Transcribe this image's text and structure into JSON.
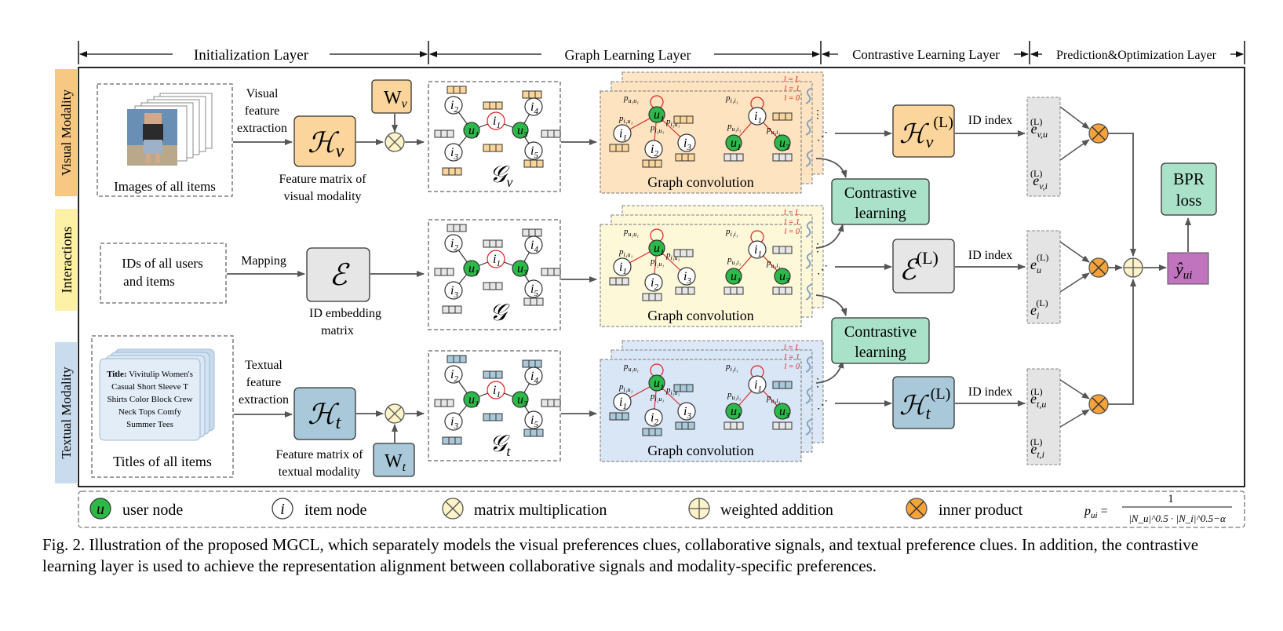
{
  "layers": {
    "initialization": "Initialization Layer",
    "graph_learning": "Graph Learning Layer",
    "contrastive": "Contrastive Learning Layer",
    "prediction": "Prediction&Optimization Layer"
  },
  "rows": {
    "visual": "Visual Modality",
    "interactions": "Interactions",
    "textual": "Textual Modality"
  },
  "visual": {
    "input_label": "Images of all items",
    "extract_label": [
      "Visual",
      "feature",
      "extraction"
    ],
    "H": "ℋ",
    "H_sub": "v",
    "feature_label": [
      "Feature matrix of",
      "visual modality"
    ],
    "W": "W",
    "W_sub": "v",
    "graph": "𝒢",
    "graph_sub": "v",
    "out_H": "ℋ",
    "out_sub": "v",
    "out_sup": "(L)",
    "id_index": "ID index",
    "e_top": "e",
    "e_top_sub": "v,u",
    "e_bot_sub": "v,i",
    "e_sup": "(L)"
  },
  "interactions": {
    "input_label": [
      "IDs of all users",
      "and items"
    ],
    "mapping": "Mapping",
    "E": "ℰ",
    "emb_label": [
      "ID embedding",
      "matrix"
    ],
    "graph": "𝒢",
    "out_sup": "(L)",
    "id_index": "ID index",
    "e_top_sub": "u",
    "e_bot_sub": "i"
  },
  "textual": {
    "title_bold": "Title:",
    "title_text": [
      "Vivitulip Women's",
      "Casual Short Sleeve T",
      "Shirts Color Block Crew",
      "Neck Tops Comfy",
      "Summer Tees"
    ],
    "input_label": "Titles of all items",
    "extract_label": [
      "Textual",
      "feature",
      "extraction"
    ],
    "H_sub": "t",
    "feature_label": [
      "Feature matrix of",
      "textual modality"
    ],
    "W_sub": "t",
    "graph_sub": "t",
    "id_index": "ID index",
    "e_top_sub": "t,u",
    "e_bot_sub": "t,i"
  },
  "node_labels": {
    "u1": "u",
    "u1_sub": "1",
    "u3_sub": "3",
    "i": "i",
    "subs": [
      "1",
      "2",
      "3",
      "4",
      "5"
    ]
  },
  "conv": {
    "label": "Graph convolution",
    "l_L": "l = L",
    "l_1": "l = 1",
    "l_0": "l = 0",
    "p_u1u1": "p",
    "p_u1u1_sub": "u₁u₁",
    "p_i1u1_sub": "i₁u₁",
    "p_i2u1_sub": "i₂u₁",
    "p_i3u1_sub": "i₃u₁",
    "p_i1i1_sub": "i₁i₁",
    "p_u1i1_sub": "u₁i₁",
    "p_u3i1_sub": "u₃i₁"
  },
  "contrastive_box": [
    "Contrastive",
    "learning"
  ],
  "bpr": [
    "BPR",
    "loss"
  ],
  "yhat": "ŷ",
  "yhat_sub": "ui",
  "legend": {
    "user_node": "user node",
    "item_node": "item node",
    "matmul": "matrix multiplication",
    "weighted_add": "weighted addition",
    "inner_product": "inner product",
    "formula_lhs": "p",
    "formula_lhs_sub": "ui",
    "formula_num": "1",
    "formula_den": "|N_u|^0.5 · |N_i|^0.5−α"
  },
  "caption": "Fig. 2.  Illustration of the proposed MGCL, which separately models the visual preferences clues, collaborative signals, and textual preference clues. In addition, the contrastive learning layer is used to achieve the representation alignment between collaborative signals and modality-specific preferences.",
  "colors": {
    "visual_fill": "#fbd59b",
    "visual_row": "#f7c883",
    "visual_bg": "#fde3c0",
    "inter_fill": "#e6e6e6",
    "inter_row": "#fdf1a8",
    "inter_bg": "#fdf8d8",
    "text_fill": "#a9c8da",
    "text_row": "#c9dcee",
    "text_bg": "#d9e6f6",
    "user_green": "#2db84a",
    "contrast_fill": "#a9e2c9",
    "bpr_fill": "#a9e2c9",
    "yhat_fill": "#c074be",
    "inner_orange": "#f5a23a",
    "matmul_fill": "#fdf3c8"
  }
}
